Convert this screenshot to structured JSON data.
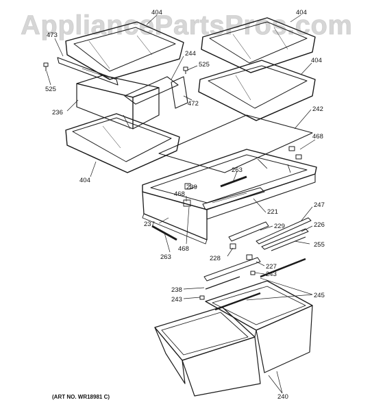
{
  "watermark": "AppliancePartsPros.com",
  "art_number": "(ART NO. WR18981 C)",
  "callouts": {
    "c404a": "404",
    "c404b": "404",
    "c404c": "404",
    "c404d": "404",
    "c473": "473",
    "c525a": "525",
    "c525b": "525",
    "c244": "244",
    "c472": "472",
    "c236": "236",
    "c242": "242",
    "c468a": "468",
    "c468b": "468",
    "c468c": "468",
    "c263a": "263",
    "c263b": "263",
    "c239": "239",
    "c237": "237",
    "c221": "221",
    "c247": "247",
    "c229": "229",
    "c226": "226",
    "c228": "228",
    "c255": "255",
    "c227": "227",
    "c243a": "243",
    "c243b": "243",
    "c238": "238",
    "c245": "245",
    "c240": "240"
  }
}
